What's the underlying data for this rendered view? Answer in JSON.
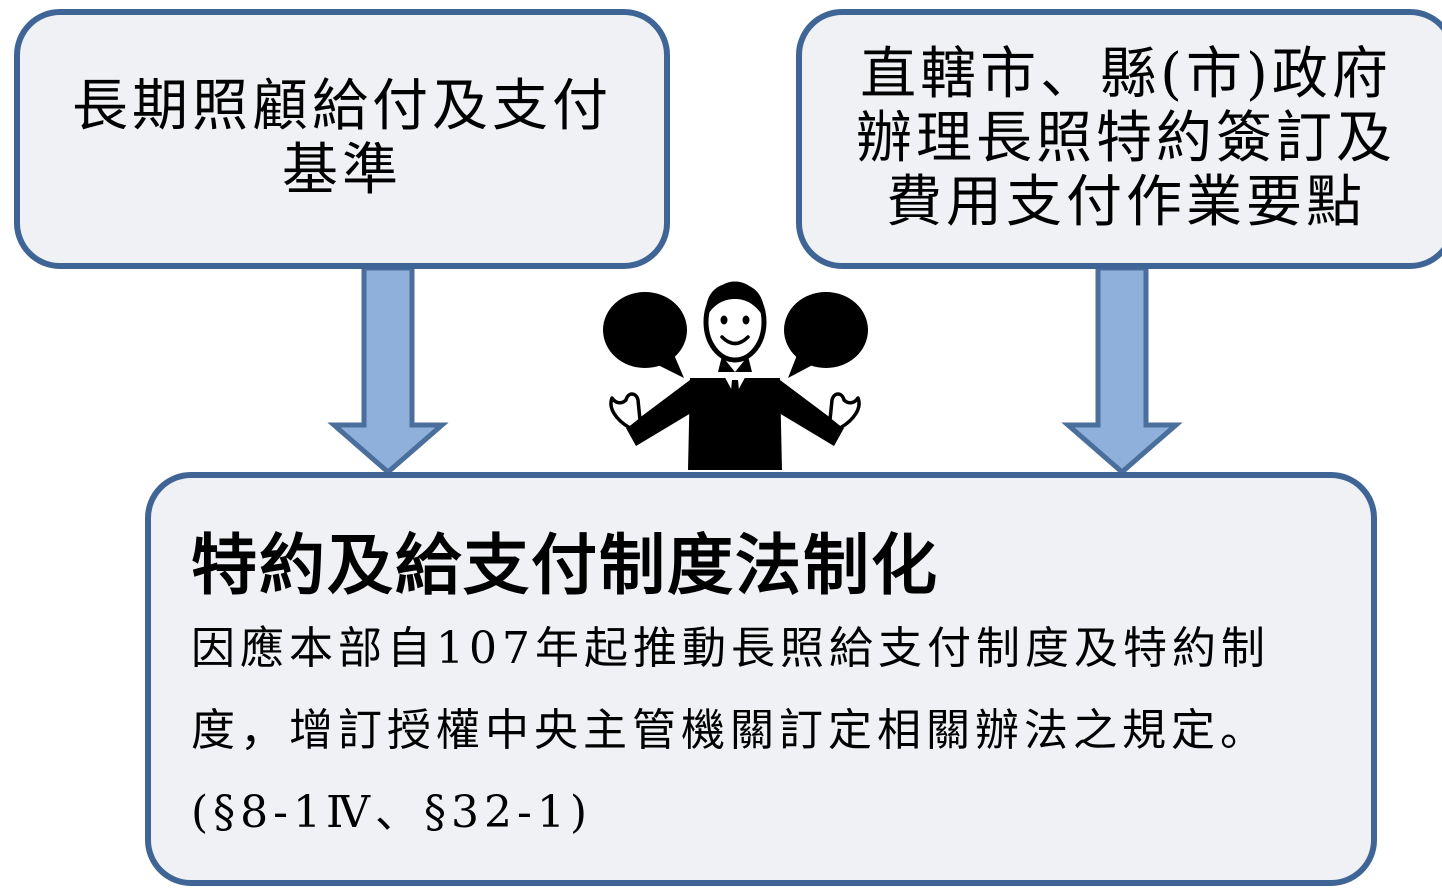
{
  "boxes": {
    "left": {
      "lines": [
        "長期照顧給付及支付",
        "基準"
      ]
    },
    "right": {
      "lines": [
        "直轄市、縣(市)政府",
        "辦理長照特約簽訂及",
        "費用支付作業要點"
      ]
    },
    "bottom": {
      "headline": "特約及給支付制度法制化",
      "lines": [
        "因應本部自107年起推動長照給支付制度及特約制",
        "度，增訂授權中央主管機關訂定相關辦法之規定。",
        "(§8-1Ⅳ、§32-1)"
      ]
    }
  },
  "colors": {
    "box_fill": "#eff1f4",
    "box_border": "#3f6596",
    "arrow_fill": "#8fb0da",
    "arrow_border": "#4b6f9c",
    "figure": "#000000"
  },
  "icons": {
    "arrow_left": "down-arrow-icon",
    "arrow_right": "down-arrow-icon",
    "person": "businessman-icon",
    "bubbles": "speech-bubble-icon"
  }
}
